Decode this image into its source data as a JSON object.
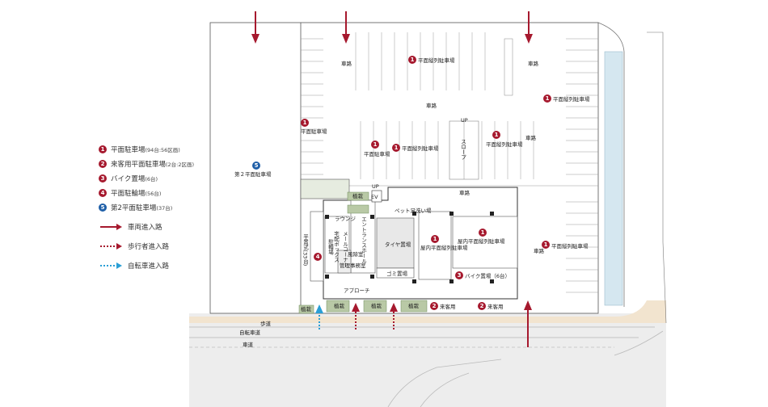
{
  "legend": {
    "items": [
      {
        "num": "1",
        "text": "平面駐車場",
        "sub": "(94台:56区画)",
        "color": "#a6192e"
      },
      {
        "num": "2",
        "text": "来客用平面駐車場",
        "sub": "(2台:2区画)",
        "color": "#a6192e"
      },
      {
        "num": "3",
        "text": "バイク置場",
        "sub": "(6台)",
        "color": "#a6192e"
      },
      {
        "num": "4",
        "text": "平面駐輪場",
        "sub": "(56台)",
        "color": "#a6192e"
      },
      {
        "num": "5",
        "text": "第2平面駐車場",
        "sub": "(37台)",
        "color": "#1f5fa8"
      }
    ],
    "routes": [
      {
        "text": "車両進入路",
        "style": "solid",
        "color": "#a6192e"
      },
      {
        "text": "歩行者進入路",
        "style": "dotted",
        "color": "#a6192e"
      },
      {
        "text": "自転車進入路",
        "style": "dotted",
        "color": "#2a9fd6"
      }
    ]
  },
  "labels": {
    "sharo": "車路",
    "p1_heiretsu": "平面縦列駐車場",
    "p1_heimen": "平面駐車場",
    "p5_second": "第２平面駐車場",
    "slope": "スロープ",
    "up": "UP",
    "ev": "EV",
    "shokusai": "植栽",
    "pet": "ペット足洗い場",
    "entrance": "エントランスホール",
    "lounge": "ラウンジ",
    "wind": "風除室",
    "mail": "メールコーナー",
    "delivery": "宅配ボックス",
    "tire": "タイヤ置場",
    "gomi": "ゴミ置場",
    "okunai": "屋内平面縦列駐車場",
    "bike": "バイク置場（6台）",
    "bicycle": "駐輪場",
    "approach": "アプローチ",
    "raikyaku": "来客用",
    "hodo": "歩道",
    "jitensha": "自転車道",
    "shado": "車道",
    "hiraoki": "平置式(33台)",
    "kanri": "管理事務室"
  }
}
